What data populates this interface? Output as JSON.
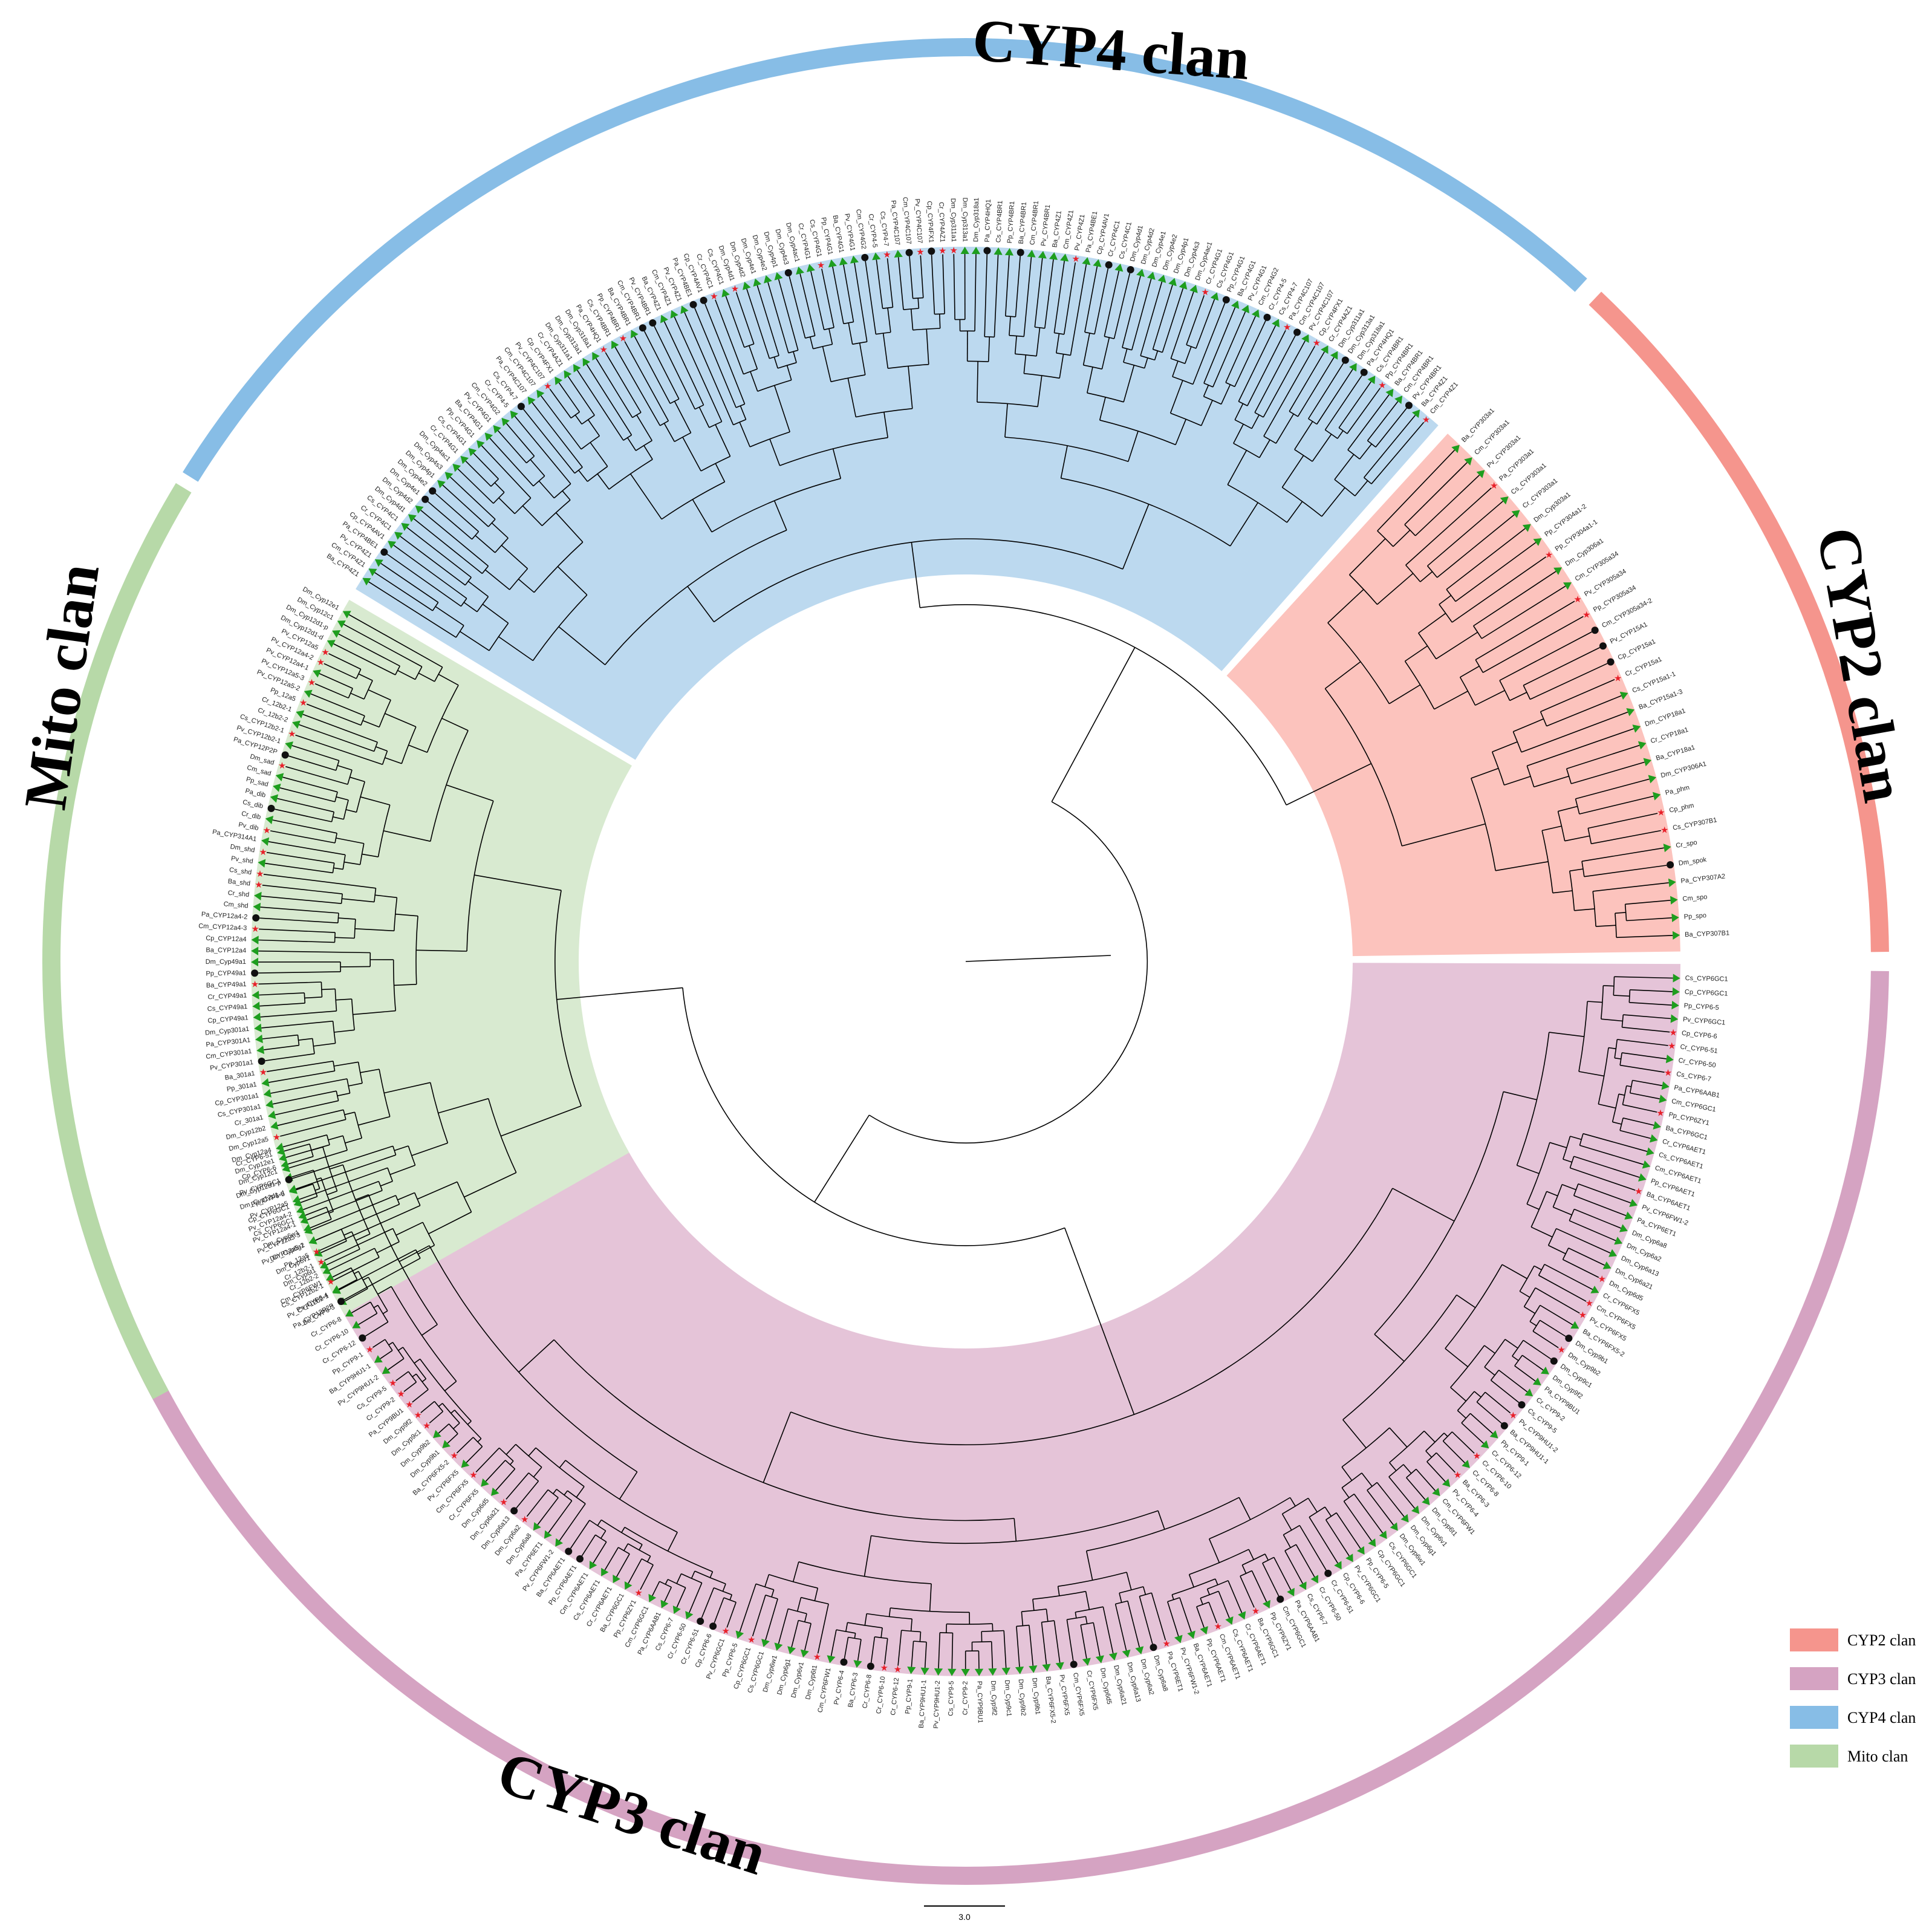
{
  "figure": {
    "clans": [
      {
        "id": "cyp2",
        "title": "CYP2 clan",
        "legend_label": "CYP2 clan",
        "ring_color": "#f5958d",
        "fill_color": "#fcc3bd",
        "leaf_count": 32,
        "sample_leaves": [
          "Ba_CYP303a1",
          "Cm_CYP303a1",
          "Pv_CYP303a1",
          "Pa_CYP303a1",
          "Cs_CYP303a1",
          "Cr_CYP303a1",
          "Dm_Cyp303a1",
          "Pp_CYP304a1-2",
          "Pp_CYP304a1-1",
          "Dm_Cyp306a1",
          "Cm_CYP305a34",
          "Pv_CYP305a34",
          "Pp_CYP305a34",
          "Cm_CYP305a34-2",
          "Pv_CYP15A1",
          "Cp_CYP15a1",
          "Cr_CYP15a1",
          "Cs_CYP15a1-1",
          "Ba_CYP15a1-3",
          "Dm_CYP18a1",
          "Cr_CYP18a1",
          "Ba_CYP18a1",
          "Dm_CYP306A1",
          "Pa_phm",
          "Cp_phm",
          "Cs_CYP307B1",
          "Cr_spo",
          "Dm_spok",
          "Pa_CYP307A2",
          "Cm_spo",
          "Pp_spo",
          "Ba_CYP307B1"
        ]
      },
      {
        "id": "cyp3",
        "title": "CYP3 clan",
        "legend_label": "CYP3 clan",
        "ring_color": "#d5a3c2",
        "fill_color": "#e5c4d8",
        "leaf_count": 150,
        "sample_leaves": [
          "Cs_CYP6GC1",
          "Cp_CYP6GC1",
          "Pp_CYP6-5",
          "Pv_CYP6GC1",
          "Cp_CYP6-6",
          "Cr_CYP6-51",
          "Cr_CYP6-50",
          "Cs_CYP6-7",
          "Pa_CYP6AAB1",
          "Cm_CYP6GC1",
          "Pp_CYP6ZY1",
          "Ba_CYP6GC1",
          "Cr_CYP6AET1",
          "Cs_CYP6AET1",
          "Cm_CYP6AET1",
          "Pp_CYP6AET1",
          "Ba_CYP6AET1",
          "Pv_CYP6FW1-2",
          "Pa_CYP6ET1",
          "Dm_Cyp6a8",
          "Dm_Cyp6a2",
          "Dm_Cyp6a13",
          "Dm_Cyp6a21",
          "Dm_Cyp6d5",
          "Cr_CYP6FX5",
          "Cm_CYP6FX5",
          "Pv_CYP6FX5",
          "Ba_CYP6FX5-2",
          "Dm_Cyp9b1",
          "Dm_Cyp9b2",
          "Dm_Cyp9c1",
          "Dm_Cyp9f2",
          "Pa_CYP9BU1",
          "Cr_CYP9-2",
          "Cs_CYP9-5",
          "Pv_CYP9HU1-2",
          "Ba_CYP9HU1-1",
          "Pp_CYP9-1",
          "Cr_CYP6-12",
          "Cr_CYP6-10",
          "Cr_CYP6-8",
          "Ba_CYP6-3",
          "Pv_CYP6-4",
          "Cm_CYP6FW1",
          "Dm_Cyp6t1",
          "Dm_Cyp6v1",
          "Dm_Cyp6g1",
          "Dm_Cyp6w1"
        ]
      },
      {
        "id": "cyp4",
        "title": "CYP4 clan",
        "legend_label": "CYP4 clan",
        "ring_color": "#87bde6",
        "fill_color": "#bcd9ef",
        "leaf_count": 110,
        "sample_leaves": [
          "Ba_CYP4Z1",
          "Cm_CYP4Z1",
          "Pv_CYP4Z1",
          "Pa_CYP4BE1",
          "Cp_CYP4AV1",
          "Cr_CYP4C1",
          "Cs_CYP4C1",
          "Dm_Cyp4d1",
          "Dm_Cyp4d2",
          "Dm_Cyp4e1",
          "Dm_Cyp4e2",
          "Dm_Cyp4p1",
          "Dm_Cyp4s3",
          "Dm_Cyp4ac1",
          "Cr_CYP4G1",
          "Cs_CYP4G1",
          "Pp_CYP4G1",
          "Ba_CYP4G1",
          "Pv_CYP4G1",
          "Cm_CYP4G2",
          "Cr_CYP4-5",
          "Cs_CYP4-7",
          "Pa_CYP4C107",
          "Cm_CYP4C107",
          "Pv_CYP4C107",
          "Cp_CYP4FX1",
          "Cr_CYP4AZ1",
          "Dm_Cyp311a1",
          "Dm_Cyp313a1",
          "Dm_Cyp318a1",
          "Pa_CYP4HQ1",
          "Cs_CYP4BR1",
          "Pp_CYP4BR1",
          "Ba_CYP4BR1",
          "Cm_CYP4BR1",
          "Pv_CYP4BR1"
        ]
      },
      {
        "id": "mito",
        "title": "Mito clan",
        "legend_label": "Mito clan",
        "ring_color": "#b7d9a8",
        "fill_color": "#d8ead0",
        "leaf_count": 66,
        "sample_leaves": [
          "Pa_CYP12P2P",
          "Pv_CYP12b2-1",
          "Cs_CYP12b2-1",
          "Cr_12b2-2",
          "Cr_12b2-1",
          "Pp_12a5",
          "Pv_CYP12a5-2",
          "Pv_CYP12a5-3",
          "Pv_CYP12a4-1",
          "Pv_CYP12a4-2",
          "Pv_CYP12a5",
          "Dm_Cyp12d1-d",
          "Dm_Cyp12d1-p",
          "Dm_Cyp12c1",
          "Dm_Cyp12e1",
          "Dm_Cyp12a4",
          "Dm_Cyp12a5",
          "Dm_Cyp12b2",
          "Cr_301a1",
          "Cs_CYP301a1",
          "Cp_CYP301a1",
          "Pp_301a1",
          "Ba_301a1",
          "Pv_CYP301a1",
          "Cm_CYP301a1",
          "Pa_CYP301A1",
          "Dm_Cyp301a1",
          "Cp_CYP49a1",
          "Cs_CYP49a1",
          "Cr_CYP49a1",
          "Ba_CYP49a1",
          "Pp_CYP49a1",
          "Dm_Cyp49a1",
          "Ba_CYP12a4",
          "Cp_CYP12a4",
          "Cm_CYP12a4-3",
          "Pa_CYP12a4-2",
          "Cm_shd",
          "Cr_shd",
          "Ba_shd",
          "Cs_shd",
          "Pv_shd",
          "Dm_shd",
          "Pa_CYP314A1",
          "Pv_dib",
          "Cr_dib",
          "Cs_dib",
          "Pa_dib",
          "Pp_sad",
          "Cm_sad",
          "Dm_sad"
        ]
      }
    ],
    "marker_colors": {
      "triangle": "#1e9e1e",
      "star": "#e8202a",
      "dot": "#111111"
    },
    "scale_bar_label": "3.0"
  }
}
